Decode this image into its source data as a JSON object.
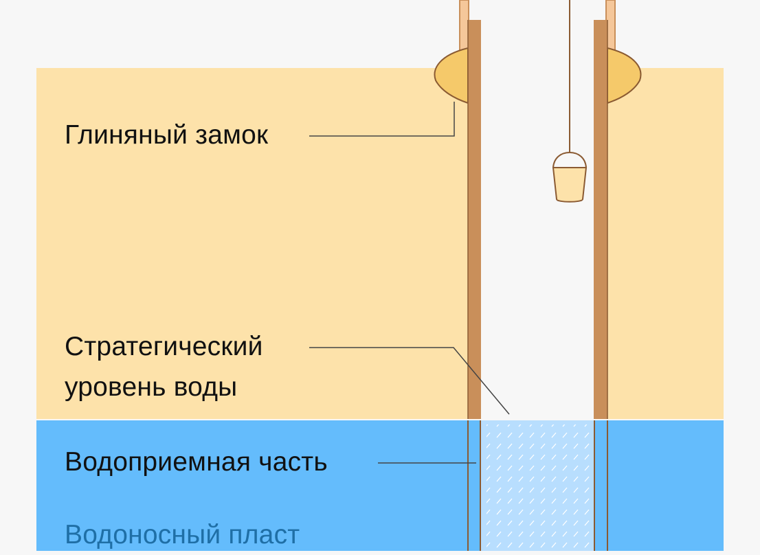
{
  "labels": {
    "clay_lock": "Глиняный замок",
    "water_level_line1": "Стратегический",
    "water_level_line2": "уровень воды",
    "intake_part": "Водоприемная часть",
    "aquifer": "Водоносный пласт"
  },
  "colors": {
    "background": "#f7f7f7",
    "soil": "#fde2aa",
    "aquifer": "#64bcfc",
    "clay": "#f5c96a",
    "casing": "#c98f5a",
    "casing_outline": "#8a5a32",
    "water_column": "#b8defe",
    "well_interior": "#f7f7f7",
    "leader_line": "#444444",
    "aquifer_text": "#1f6fa6"
  }
}
